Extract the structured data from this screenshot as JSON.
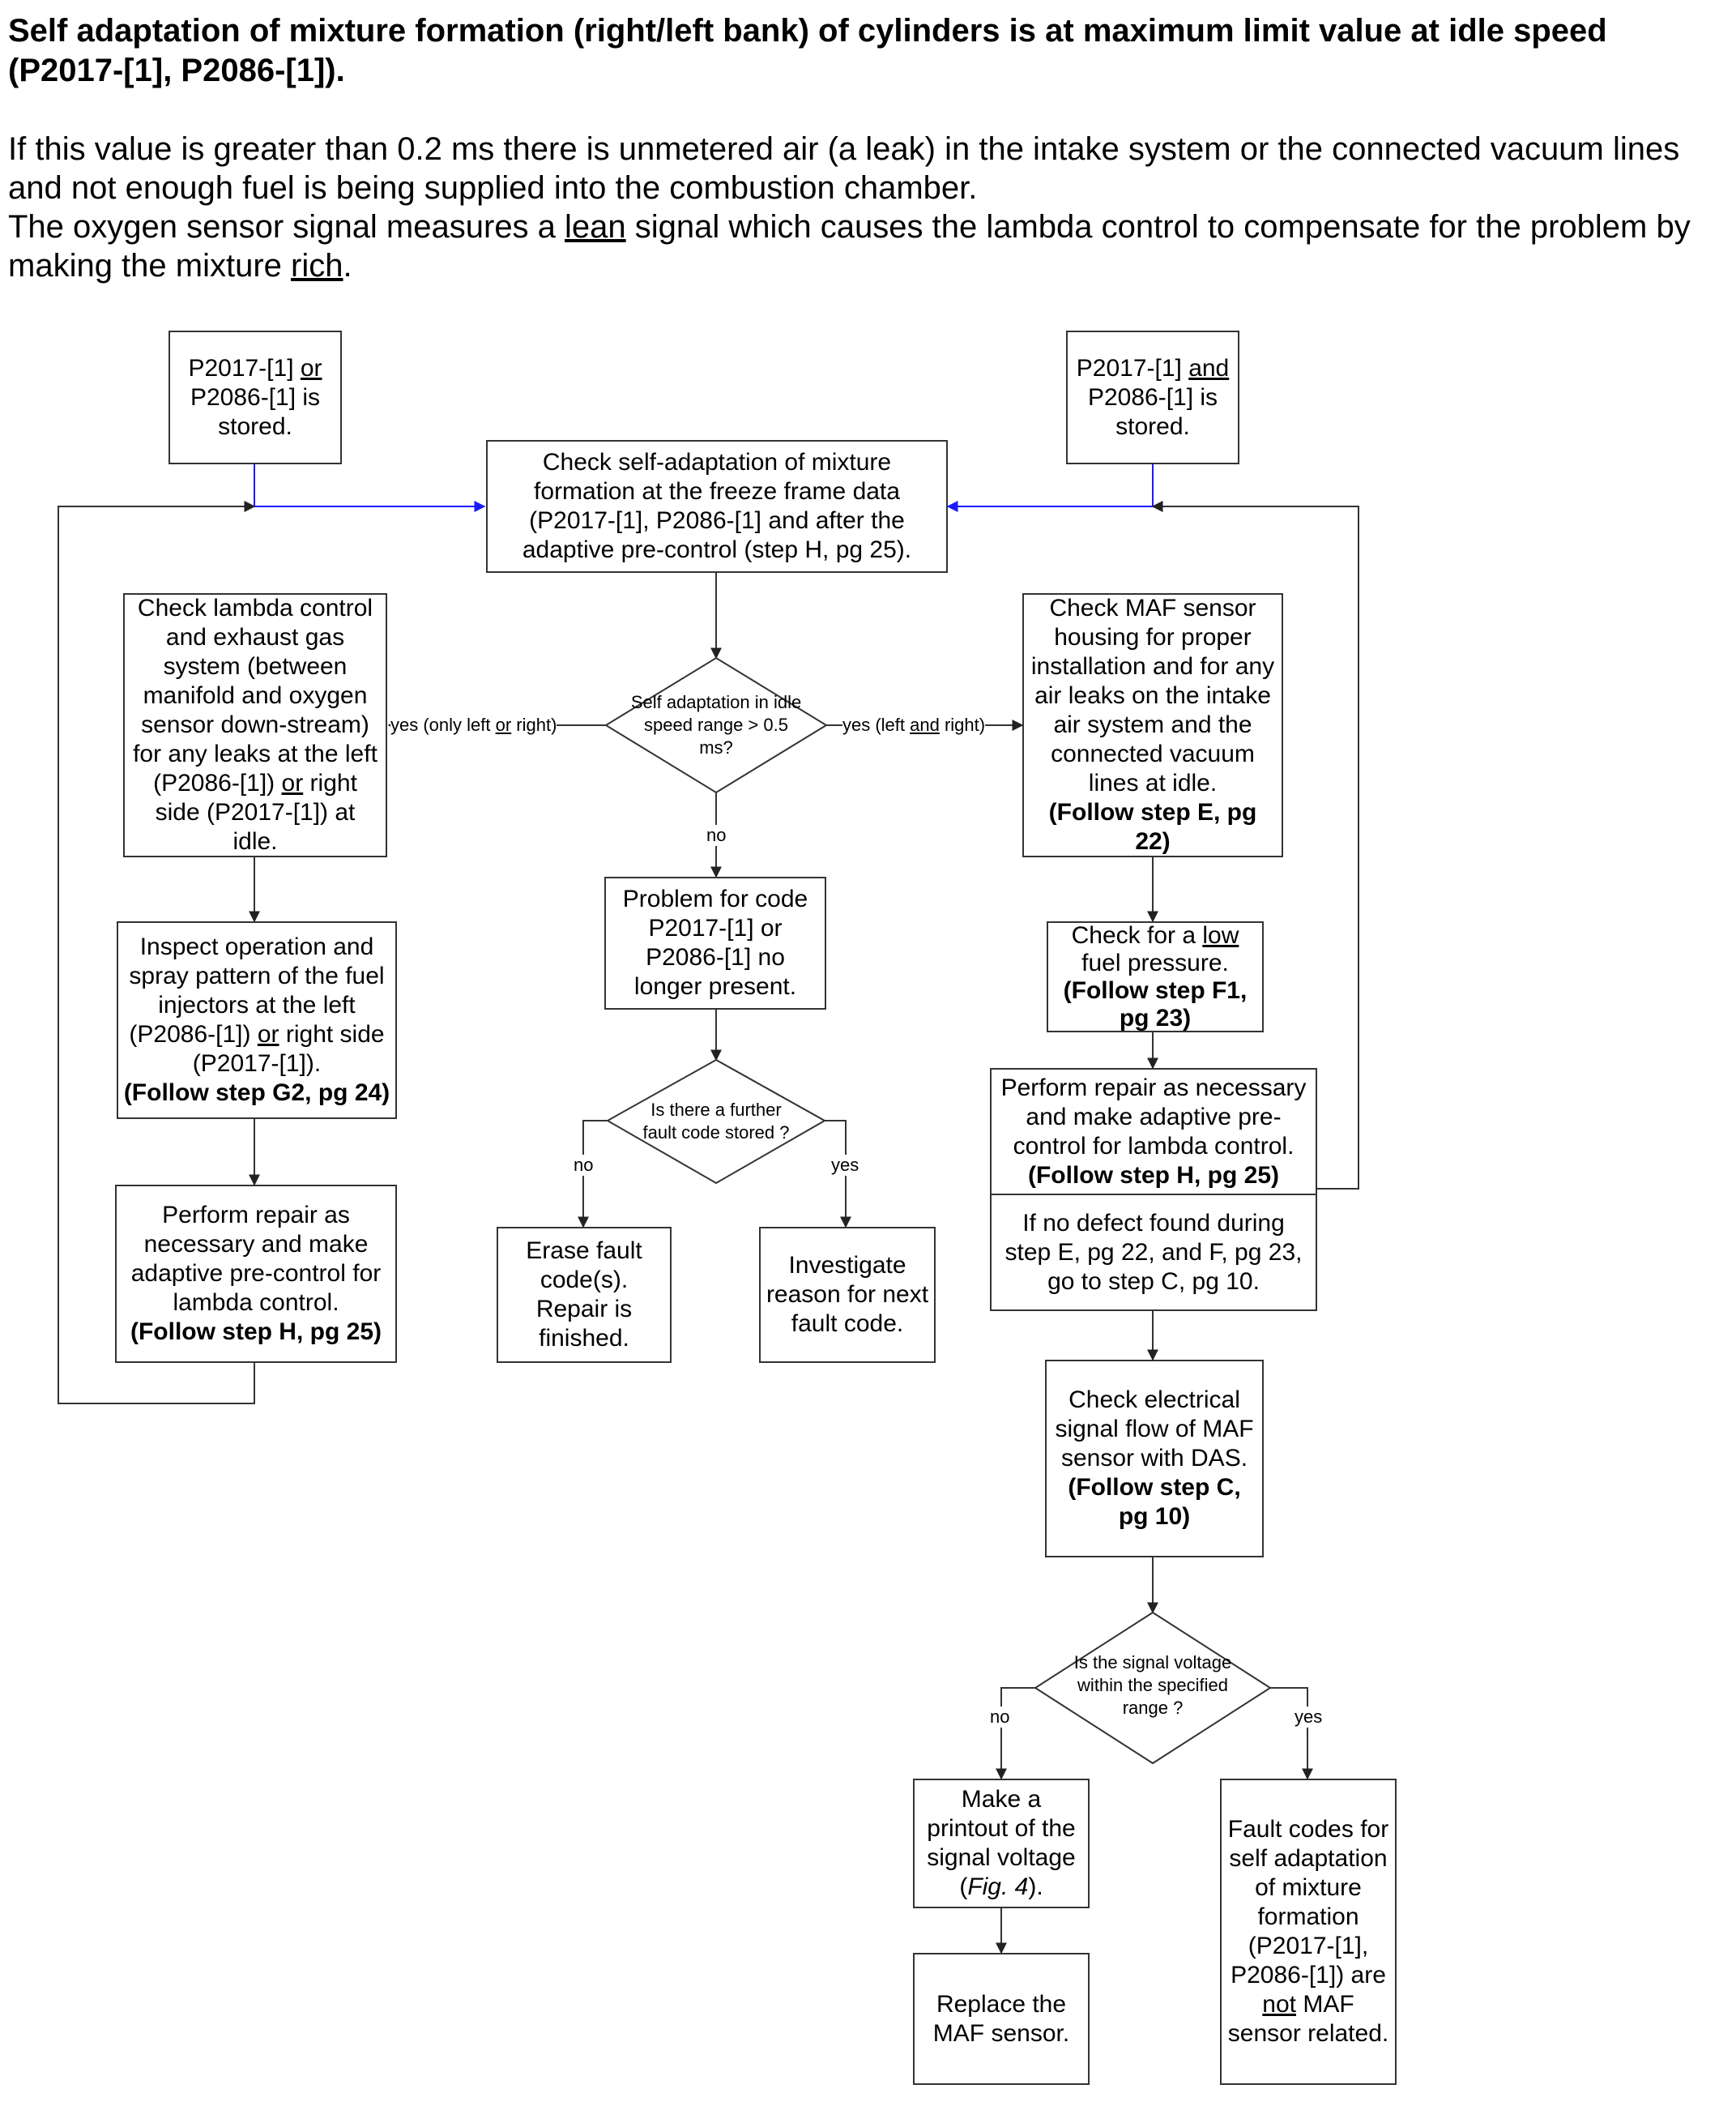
{
  "title": "Self adaptation of mixture formation (right/left bank) of cylinders is at maximum limit value at idle speed (P2017-[1], P2086-[1]).",
  "intro": {
    "line1": "If this value is greater than 0.2 ms there is unmetered air (a leak) in the intake system or the connected vacuum lines and not enough fuel is being supplied into the combustion chamber.",
    "line2_a": "The oxygen sensor signal measures a ",
    "line2_lean": "lean",
    "line2_b": " signal which causes the lambda control to compensate for the problem by making the mixture ",
    "line2_rich": "rich",
    "line2_c": "."
  },
  "nodes": {
    "stored_or": {
      "l1": "P2017-[1] ",
      "u1": "or",
      "l2": "P2086-[1] is",
      "l3": "stored."
    },
    "stored_and": {
      "l1": "P2017-[1] ",
      "u1": "and",
      "l2": "P2086-[1] is",
      "l3": "stored."
    },
    "check_self_adapt": "Check self-adaptation of mixture formation at the freeze frame data (P2017-[1], P2086-[1] and after the adaptive pre-control (step H, pg 25).",
    "check_lambda": {
      "a": "Check lambda control and exhaust gas system (between manifold and oxygen sensor down-stream) for any leaks at the left (P2086-[1]) ",
      "u": "or",
      "b": " right side (P2017-[1]) at idle."
    },
    "decision_idle": "Self adaptation in idle speed range > 0.5 ms?",
    "check_maf_housing": {
      "a": "Check  MAF sensor housing for proper installation and  for any air leaks on the intake air system and the connected vacuum lines at idle.",
      "follow": "(Follow step E, pg 22)"
    },
    "inspect_injectors": {
      "a": "Inspect operation and spray pattern of the fuel injectors at the left (P2086-[1]) ",
      "u": "or",
      "b": " right side (P2017-[1]).",
      "follow": "(Follow step G2, pg 24)"
    },
    "problem_no_longer": "Problem for code P2017-[1] or P2086-[1] no longer present.",
    "check_low_fuel": {
      "a": "Check for a ",
      "u": "low",
      "b": " fuel pressure.",
      "follow": "(Follow step F1, pg 23)"
    },
    "decision_further": "Is there a further fault code stored ?",
    "perform_repair_right": {
      "a": "Perform repair as necessary and make adaptive pre-control for lambda control.",
      "follow": "(Follow step H, pg 25)"
    },
    "perform_repair_left": {
      "a": "Perform repair as necessary and make adaptive pre-control for lambda control.",
      "follow": "(Follow step H, pg 25)"
    },
    "no_defect": "If no defect found during step E, pg 22, and F, pg 23, go to step C, pg 10.",
    "erase_fault": "Erase fault code(s). Repair is finished.",
    "investigate": "Investigate reason for next fault code.",
    "check_electrical": {
      "a": "Check electrical signal flow of MAF sensor with DAS.",
      "follow": "(Follow step C, pg 10)"
    },
    "decision_signal": "Is the signal voltage  within the specified range ?",
    "make_printout": {
      "a": "Make a printout of the signal voltage (",
      "fig": "Fig. 4",
      "b": ")."
    },
    "fault_not_maf": {
      "a": "Fault codes for self adaptation of mixture formation (P2017-[1], P2086-[1]) are ",
      "u": "not",
      "b": "  MAF sensor related."
    },
    "replace_maf": "Replace the MAF sensor."
  },
  "labels": {
    "yes_left_or_right_a": "yes (only left ",
    "yes_left_or_right_u": "or",
    "yes_left_or_right_b": " right)",
    "yes_left_and_right_a": "yes (left ",
    "yes_left_and_right_u": "and",
    "yes_left_and_right_b": " right)",
    "no_idle": "no",
    "no_further": "no",
    "yes_further": "yes",
    "no_signal": "no",
    "yes_signal": "yes"
  },
  "colors": {
    "line": "#333333",
    "blue_line": "#1a1aff"
  }
}
